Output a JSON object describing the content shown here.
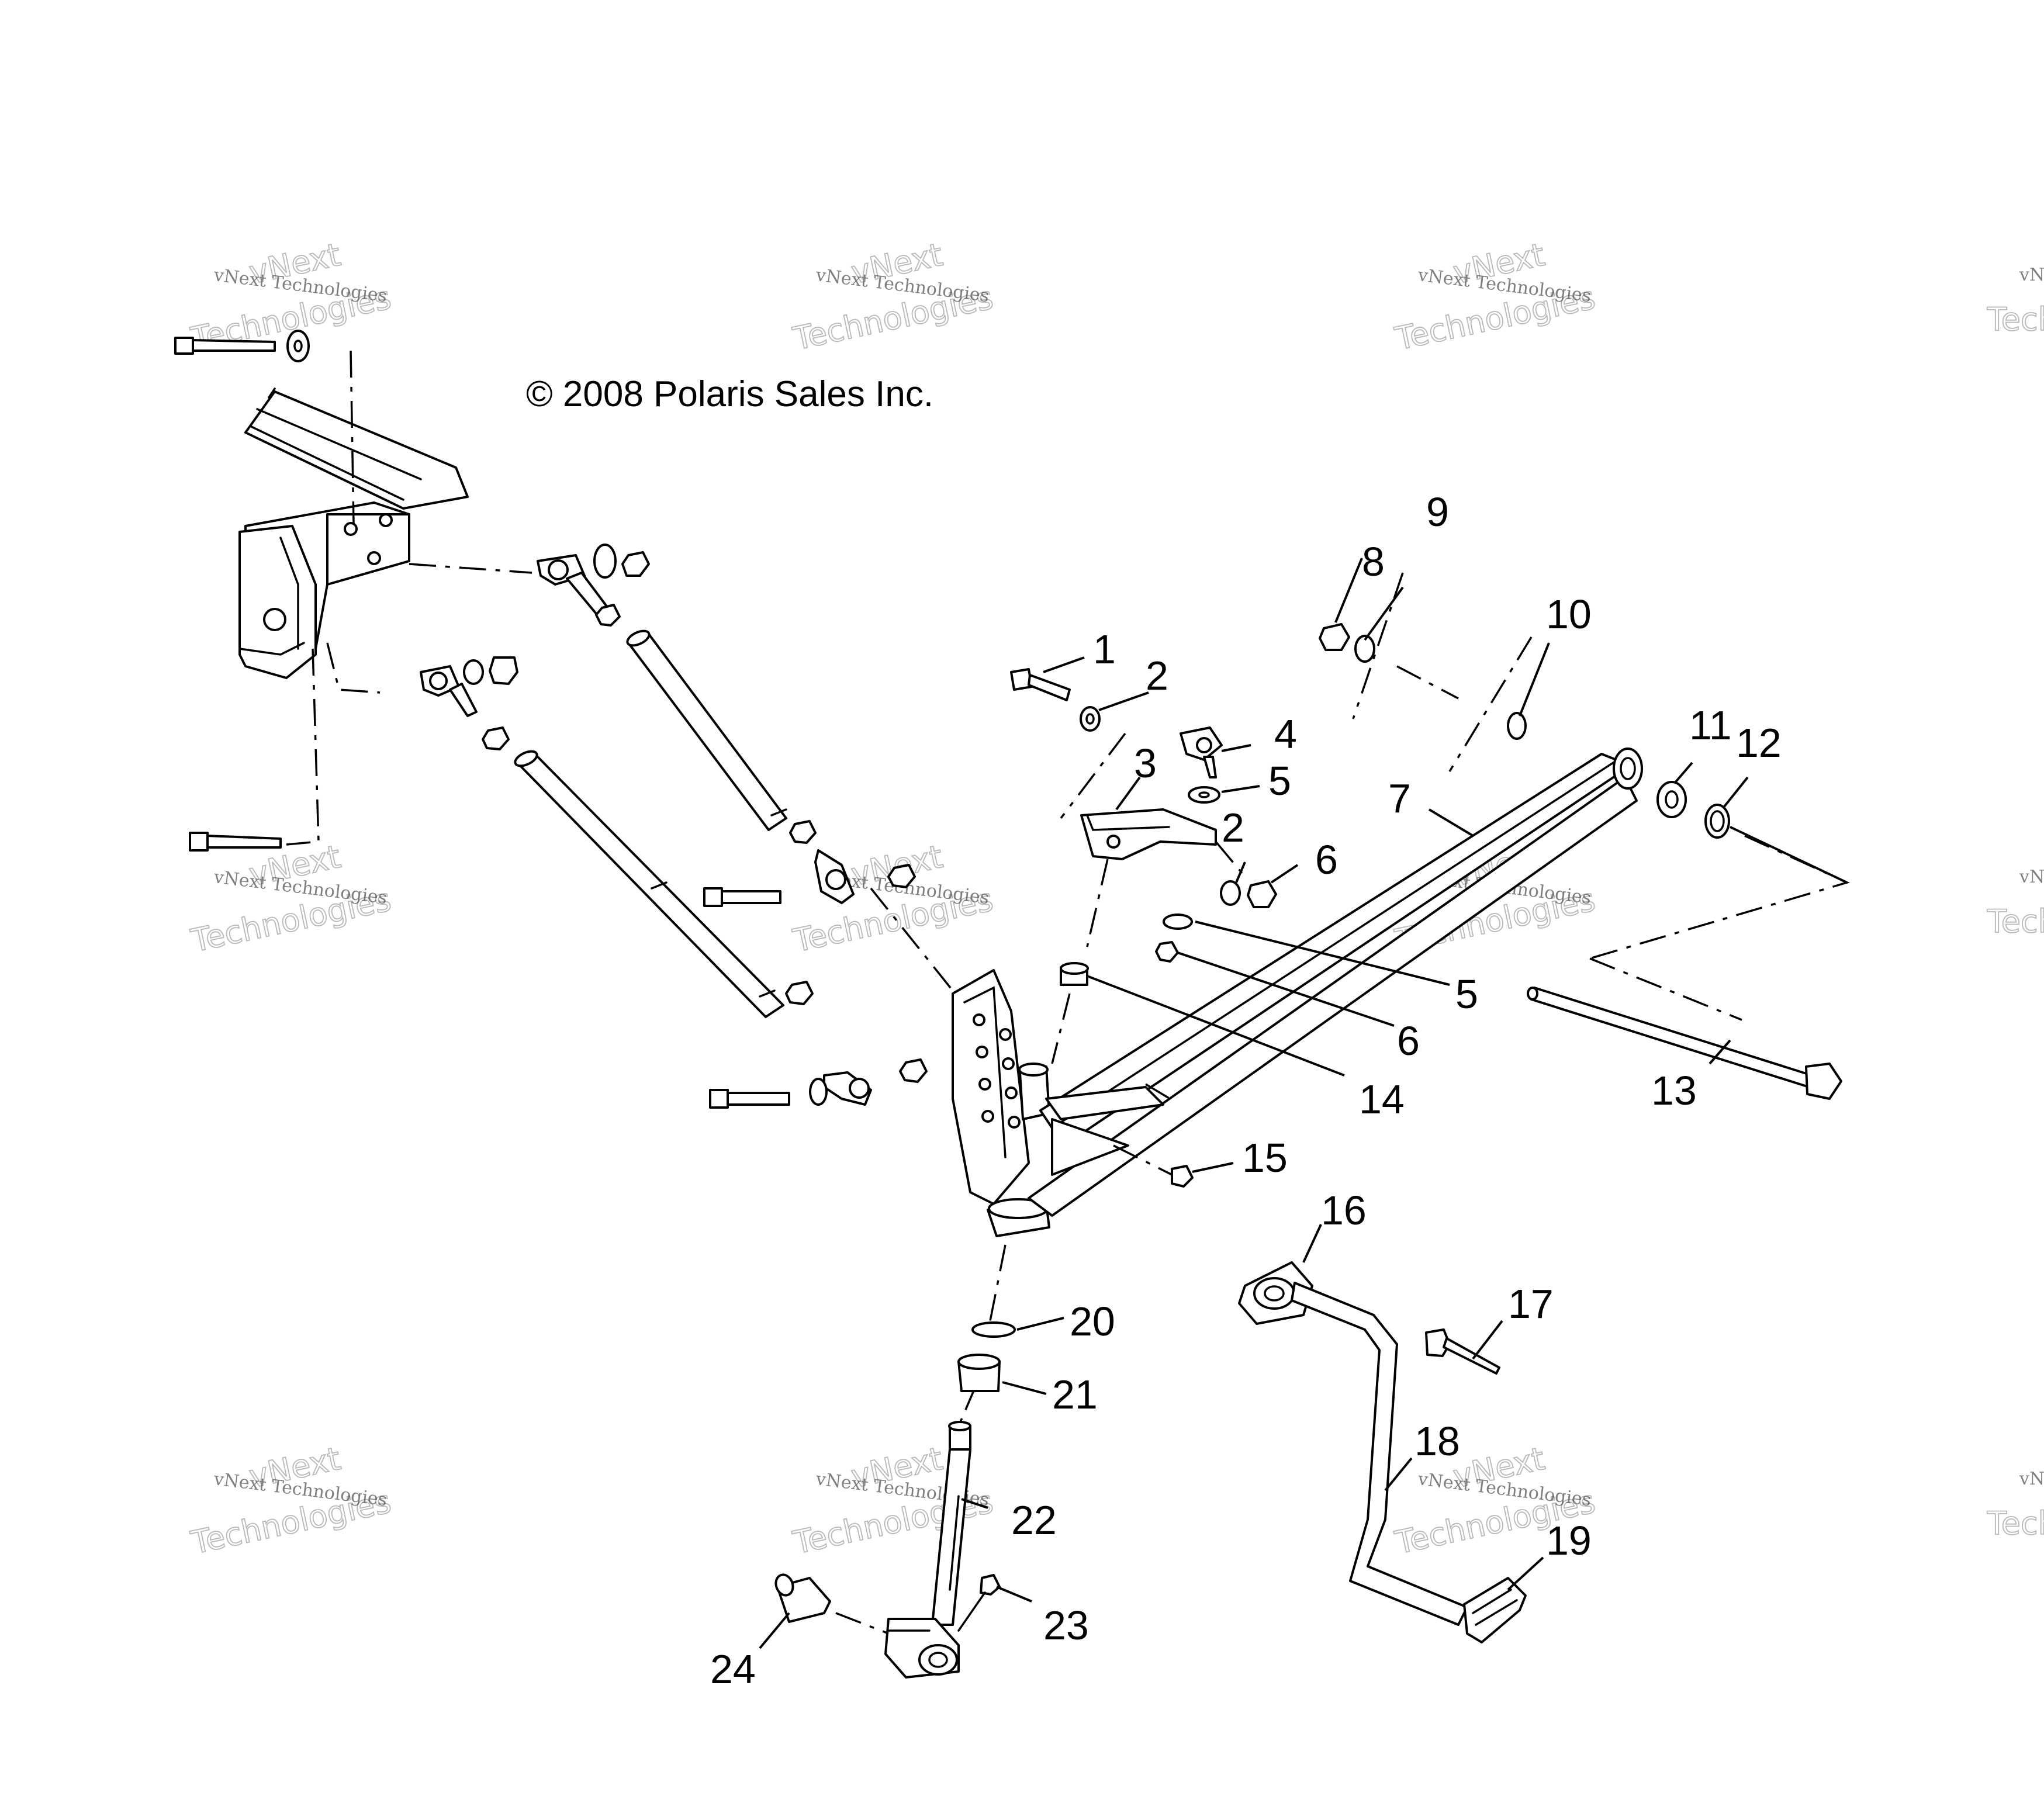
{
  "copyright": "© 2008 Polaris Sales Inc.",
  "watermark": {
    "small": "vNext Technologies",
    "big_line1": "vNext",
    "big_line2": "Technologies"
  },
  "callouts": [
    "1",
    "2",
    "3",
    "4",
    "5",
    "6",
    "7",
    "8",
    "9",
    "10",
    "11",
    "12",
    "13",
    "14",
    "15",
    "16",
    "17",
    "18",
    "19",
    "20",
    "21",
    "22",
    "23",
    "24"
  ],
  "duplicate_callouts": {
    "second_2": "2",
    "second_5": "5",
    "second_6": "6"
  },
  "colors": {
    "line": "#000000",
    "background": "#ffffff",
    "watermark": "#b8b8b8"
  }
}
